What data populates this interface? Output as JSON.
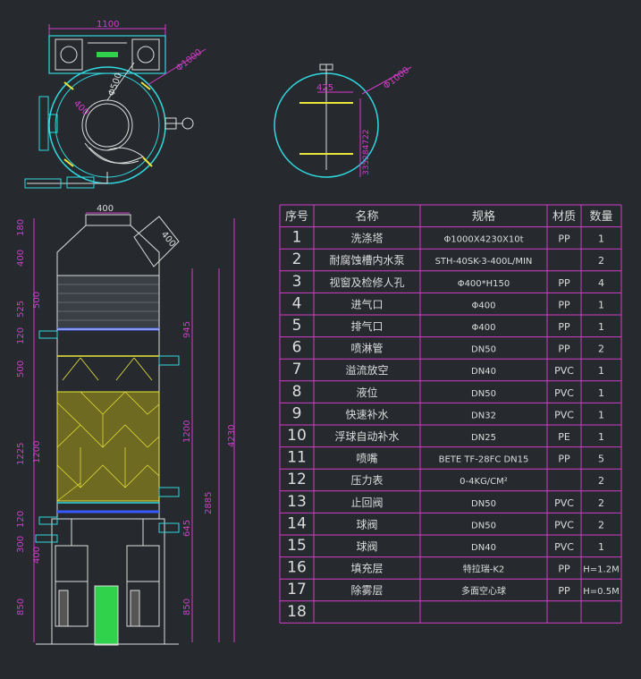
{
  "top_view": {
    "width_dim": "1100",
    "dia_outer": "Φ1000",
    "dia_inner": "Φ500",
    "port_dim": "400"
  },
  "section_view": {
    "dia": "Φ1000",
    "dim_top": "425",
    "dim_side": "335284722"
  },
  "elevation": {
    "top_width": "400",
    "outlet": "400",
    "left_dims": [
      "180",
      "400",
      "525",
      "500",
      "120",
      "500",
      "1225",
      "1200",
      "120",
      "300",
      "400",
      "850"
    ],
    "right_dims": [
      "945",
      "1200",
      "645",
      "850"
    ],
    "far_right_dims": [
      "4230",
      "2885"
    ]
  },
  "bom": {
    "headers": [
      "序号",
      "名称",
      "规格",
      "材质",
      "数量"
    ],
    "rows": [
      [
        "1",
        "洗涤塔",
        "Φ1000X4230X10t",
        "PP",
        "1"
      ],
      [
        "2",
        "耐腐蚀槽内水泵",
        "STH-40SK-3-400L/MIN",
        "",
        "2"
      ],
      [
        "3",
        "视窗及检修人孔",
        "Φ400*H150",
        "PP",
        "4"
      ],
      [
        "4",
        "进气口",
        "Φ400",
        "PP",
        "1"
      ],
      [
        "5",
        "排气口",
        "Φ400",
        "PP",
        "1"
      ],
      [
        "6",
        "喷淋管",
        "DN50",
        "PP",
        "2"
      ],
      [
        "7",
        "溢流放空",
        "DN40",
        "PVC",
        "1"
      ],
      [
        "8",
        "液位",
        "DN50",
        "PVC",
        "1"
      ],
      [
        "9",
        "快速补水",
        "DN32",
        "PVC",
        "1"
      ],
      [
        "10",
        "浮球自动补水",
        "DN25",
        "PE",
        "1"
      ],
      [
        "11",
        "喷嘴",
        "BETE TF-28FC DN15",
        "PP",
        "5"
      ],
      [
        "12",
        "压力表",
        "0-4KG/CM²",
        "",
        "2"
      ],
      [
        "13",
        "止回阀",
        "DN50",
        "PVC",
        "2"
      ],
      [
        "14",
        "球阀",
        "DN50",
        "PVC",
        "2"
      ],
      [
        "15",
        "球阀",
        "DN40",
        "PVC",
        "1"
      ],
      [
        "16",
        "填充层",
        "特拉瑞-K2",
        "PP",
        "H=1.2M"
      ],
      [
        "17",
        "除雾层",
        "多面空心球",
        "PP",
        "H=0.5M"
      ],
      [
        "18",
        "",
        "",
        "",
        ""
      ]
    ]
  },
  "colors": {
    "background": "#262a2e",
    "cyan": "#2fd9e0",
    "magenta": "#d23cc9",
    "yellow": "#e8e63a",
    "white": "#dcdcdc",
    "blue": "#3a58ff",
    "green": "#2fd24a",
    "red": "#e83a3a"
  }
}
